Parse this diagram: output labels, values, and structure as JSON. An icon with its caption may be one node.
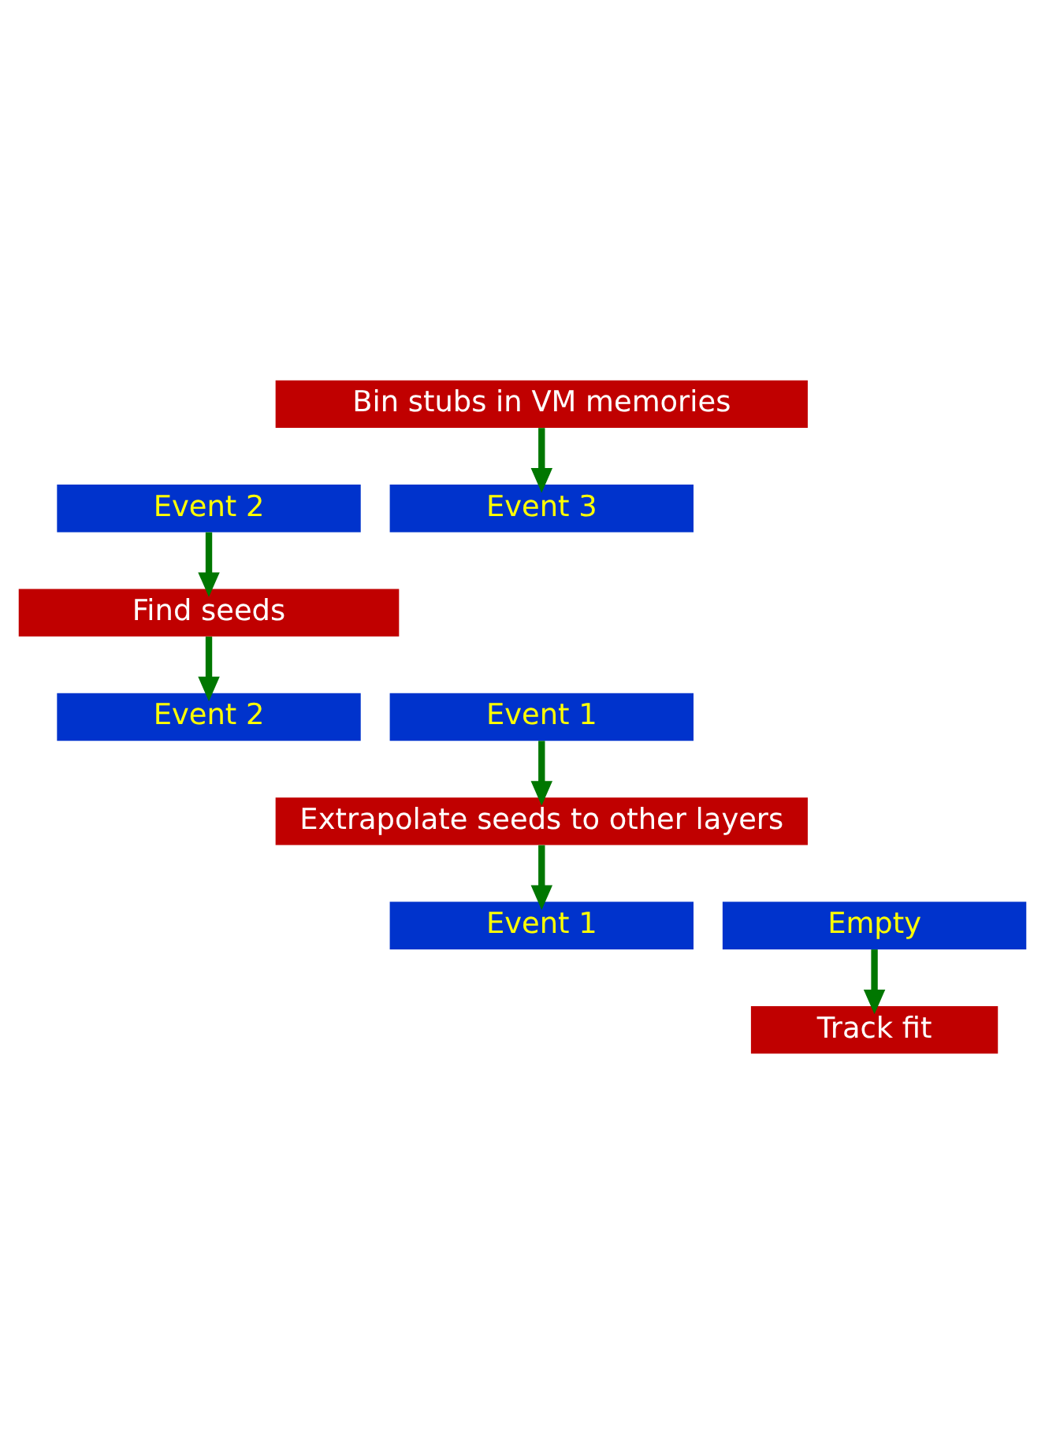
{
  "diagram": {
    "nodes": [
      {
        "text": [
          "Bin stubs in VM memories"
        ]
      },
      {
        "text": [
          "Event 2"
        ]
      },
      {
        "text": [
          "Event 3"
        ]
      },
      {
        "text": [
          "Find seeds"
        ]
      },
      {
        "text": [
          "Event 2"
        ]
      },
      {
        "text": [
          "Event 1"
        ]
      },
      {
        "text": [
          "Extrapolate seeds to other layers"
        ]
      },
      {
        "text": [
          "Empty"
        ]
      },
      {
        "text": [
          "Event 1"
        ]
      },
      {
        "text": [
          "Track fit"
        ]
      }
    ],
    "edges": [
      {
        "from": 0,
        "to": 2,
        "arrow": "to",
        "color": "#007700"
      },
      {
        "from": 1,
        "to": 3,
        "arrow": "to",
        "color": "#007700"
      },
      {
        "from": 3,
        "to": 4,
        "arrow": "to",
        "color": "#007700"
      },
      {
        "from": 5,
        "to": 6,
        "arrow": "to",
        "color": "#007700"
      },
      {
        "from": 6,
        "to": 8,
        "arrow": "to",
        "color": "#007700"
      },
      {
        "from": 7,
        "to": 9,
        "arrow": "to",
        "color": "#007700"
      }
    ]
  }
}
